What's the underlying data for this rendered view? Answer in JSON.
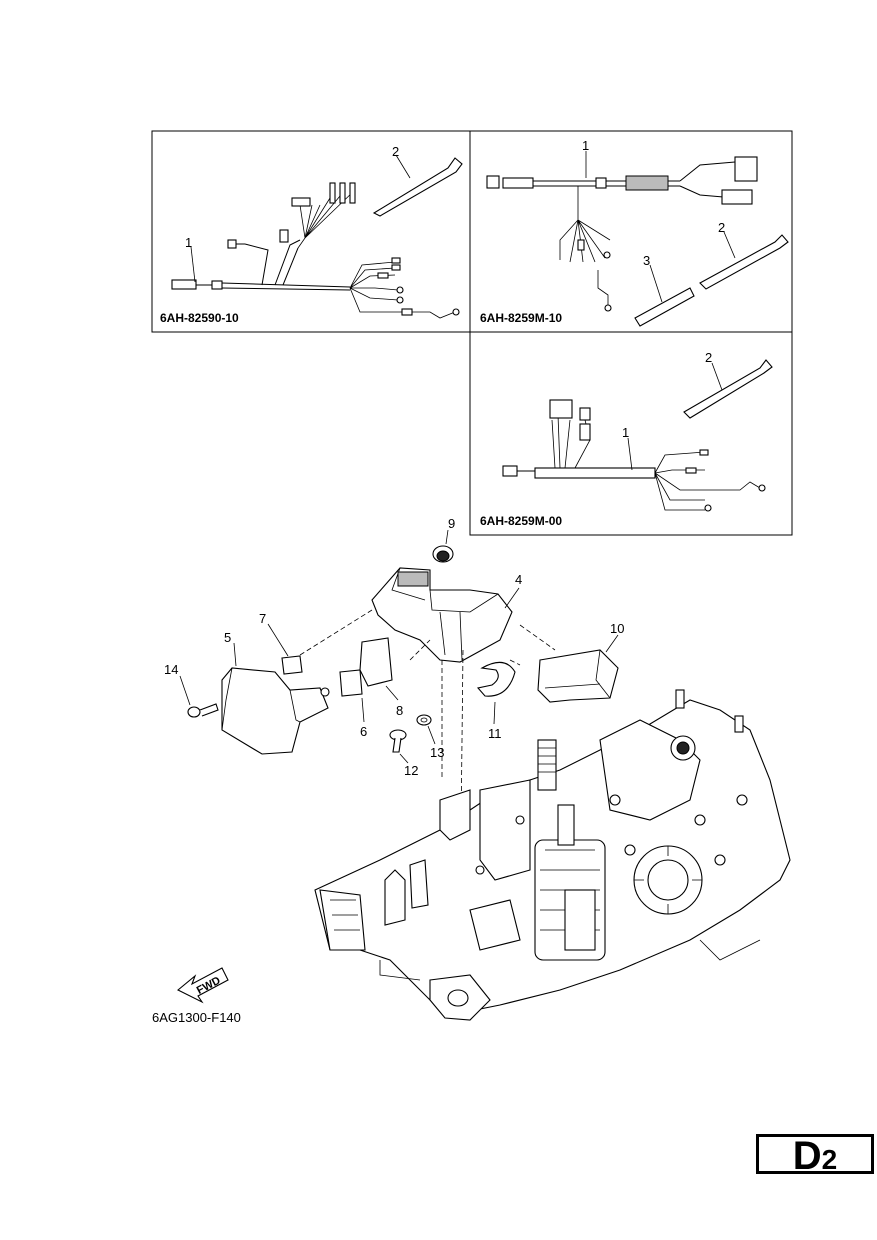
{
  "boxes": {
    "box_a": {
      "code": "6AH-82590-10",
      "callouts": [
        "1",
        "2"
      ]
    },
    "box_b": {
      "code": "6AH-8259M-10",
      "callouts": [
        "1",
        "2",
        "3"
      ]
    },
    "box_c": {
      "code": "6AH-8259M-00",
      "callouts": [
        "1",
        "2"
      ]
    }
  },
  "callouts": {
    "c4": "4",
    "c5": "5",
    "c6": "6",
    "c7": "7",
    "c8": "8",
    "c9": "9",
    "c10": "10",
    "c11": "11",
    "c12": "12",
    "c13": "13",
    "c14": "14"
  },
  "fwd_label": "FWD",
  "figure_code": "6AG1300-F140",
  "section": {
    "letter": "D",
    "number": "2"
  }
}
